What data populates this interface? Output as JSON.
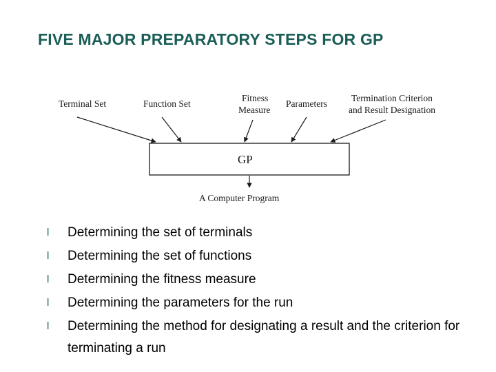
{
  "slide": {
    "title": "FIVE MAJOR PREPARATORY STEPS FOR GP",
    "title_color": "#1b5e57",
    "background": "#ffffff"
  },
  "diagram": {
    "type": "flow-diagram",
    "inputs": [
      {
        "label": "Terminal Set"
      },
      {
        "label": "Function Set"
      },
      {
        "label_line1": "Fitness",
        "label_line2": "Measure"
      },
      {
        "label": "Parameters"
      },
      {
        "label_line1": "Termination Criterion",
        "label_line2": "and Result Designation"
      }
    ],
    "process_box": {
      "label": "GP"
    },
    "output": {
      "label": "A Computer Program"
    },
    "stroke_color": "#1a1a1a"
  },
  "bullets": {
    "marker": "l",
    "marker_color": "#1b5e57",
    "items": [
      "Determining the set of terminals",
      "Determining the set of functions",
      "Determining the fitness measure",
      "Determining the parameters for the run",
      "Determining the method for designating a result and the criterion for terminating a run"
    ]
  }
}
